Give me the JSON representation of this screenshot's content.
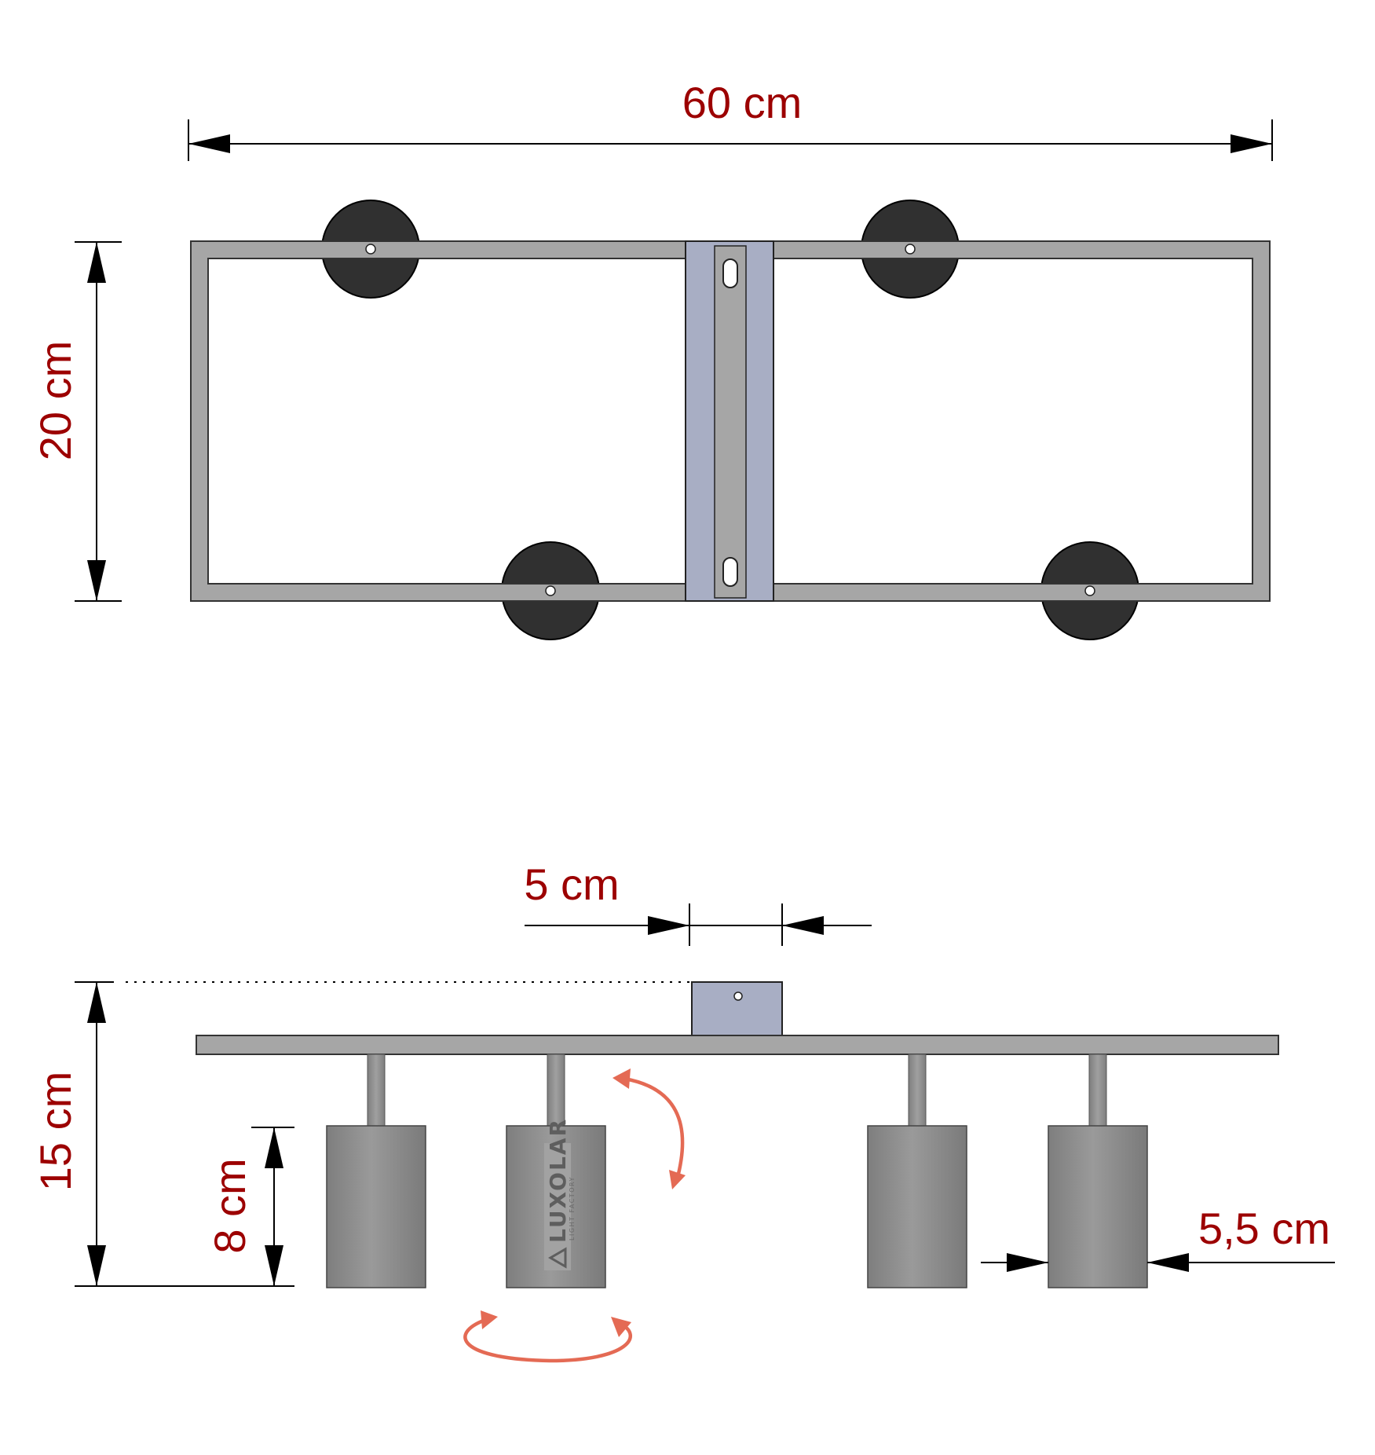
{
  "dimensions": {
    "width": "60 cm",
    "depth": "20 cm",
    "mount_width": "5 cm",
    "total_height": "15 cm",
    "shade_height": "8 cm",
    "shade_diameter": "5,5 cm"
  },
  "brand": {
    "name": "LUXOLAR",
    "tagline": "LIGHT FACTORY"
  },
  "colors": {
    "dimension_text": "#9c0000",
    "frame": "#a6a6a6",
    "mount_plate": "#a8aec4",
    "spot_head": "#303030",
    "shade": "#8a8a8a",
    "rotation_arrow": "#e46a54"
  }
}
